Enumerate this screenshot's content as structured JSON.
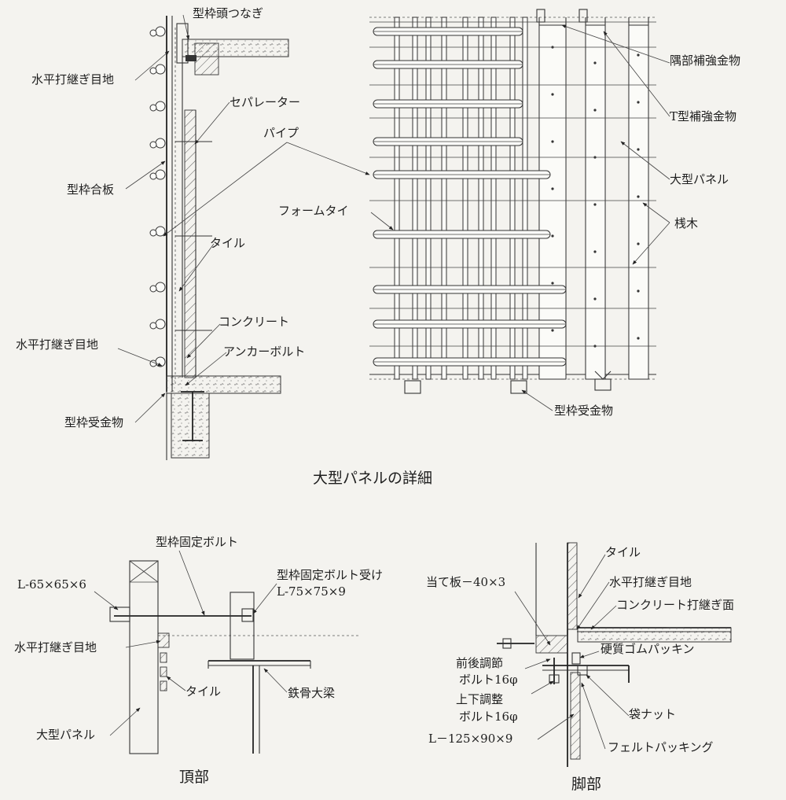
{
  "main_detail": {
    "caption": "大型パネルの詳細",
    "labels": {
      "katawaku_atama": "型枠頭つなぎ",
      "suihei_upper": "水平打継ぎ目地",
      "separator": "セパレーター",
      "pipe": "パイプ",
      "katawaku_goban": "型枠合板",
      "tile": "タイル",
      "concrete": "コンクリート",
      "anchor_bolt": "アンカーボルト",
      "suihei_lower": "水平打継ぎ目地",
      "katawaku_uke_left": "型枠受金物",
      "form_tie": "フォームタイ",
      "sumibu": "隅部補強金物",
      "t_gata": "T型補強金物",
      "oogata_panel": "大型パネル",
      "sanki": "桟木",
      "katawaku_uke_right": "型枠受金物"
    }
  },
  "top_detail": {
    "caption": "頂部",
    "labels": {
      "angle": "L-65×65×6",
      "fix_bolt": "型枠固定ボルト",
      "fix_bolt_seat": "型枠固定ボルト受け",
      "fix_bolt_seat_size": "L-75×75×9",
      "suihei": "水平打継ぎ目地",
      "tile": "タイル",
      "beam": "鉄骨大梁",
      "panel": "大型パネル"
    }
  },
  "foot_detail": {
    "caption": "脚部",
    "labels": {
      "tile": "タイル",
      "atebita": "当て板－40×3",
      "suihei": "水平打継ぎ目地",
      "concrete_joint": "コンクリート打継ぎ面",
      "rubber": "硬質ゴムパッキン",
      "zengo_1": "前後調節",
      "zengo_2": "ボルト16φ",
      "joge_1": "上下調整",
      "joge_2": "ボルト16φ",
      "fukuro_nut": "袋ナット",
      "angle": "L－125×90×9",
      "felt": "フェルトパッキング"
    }
  }
}
